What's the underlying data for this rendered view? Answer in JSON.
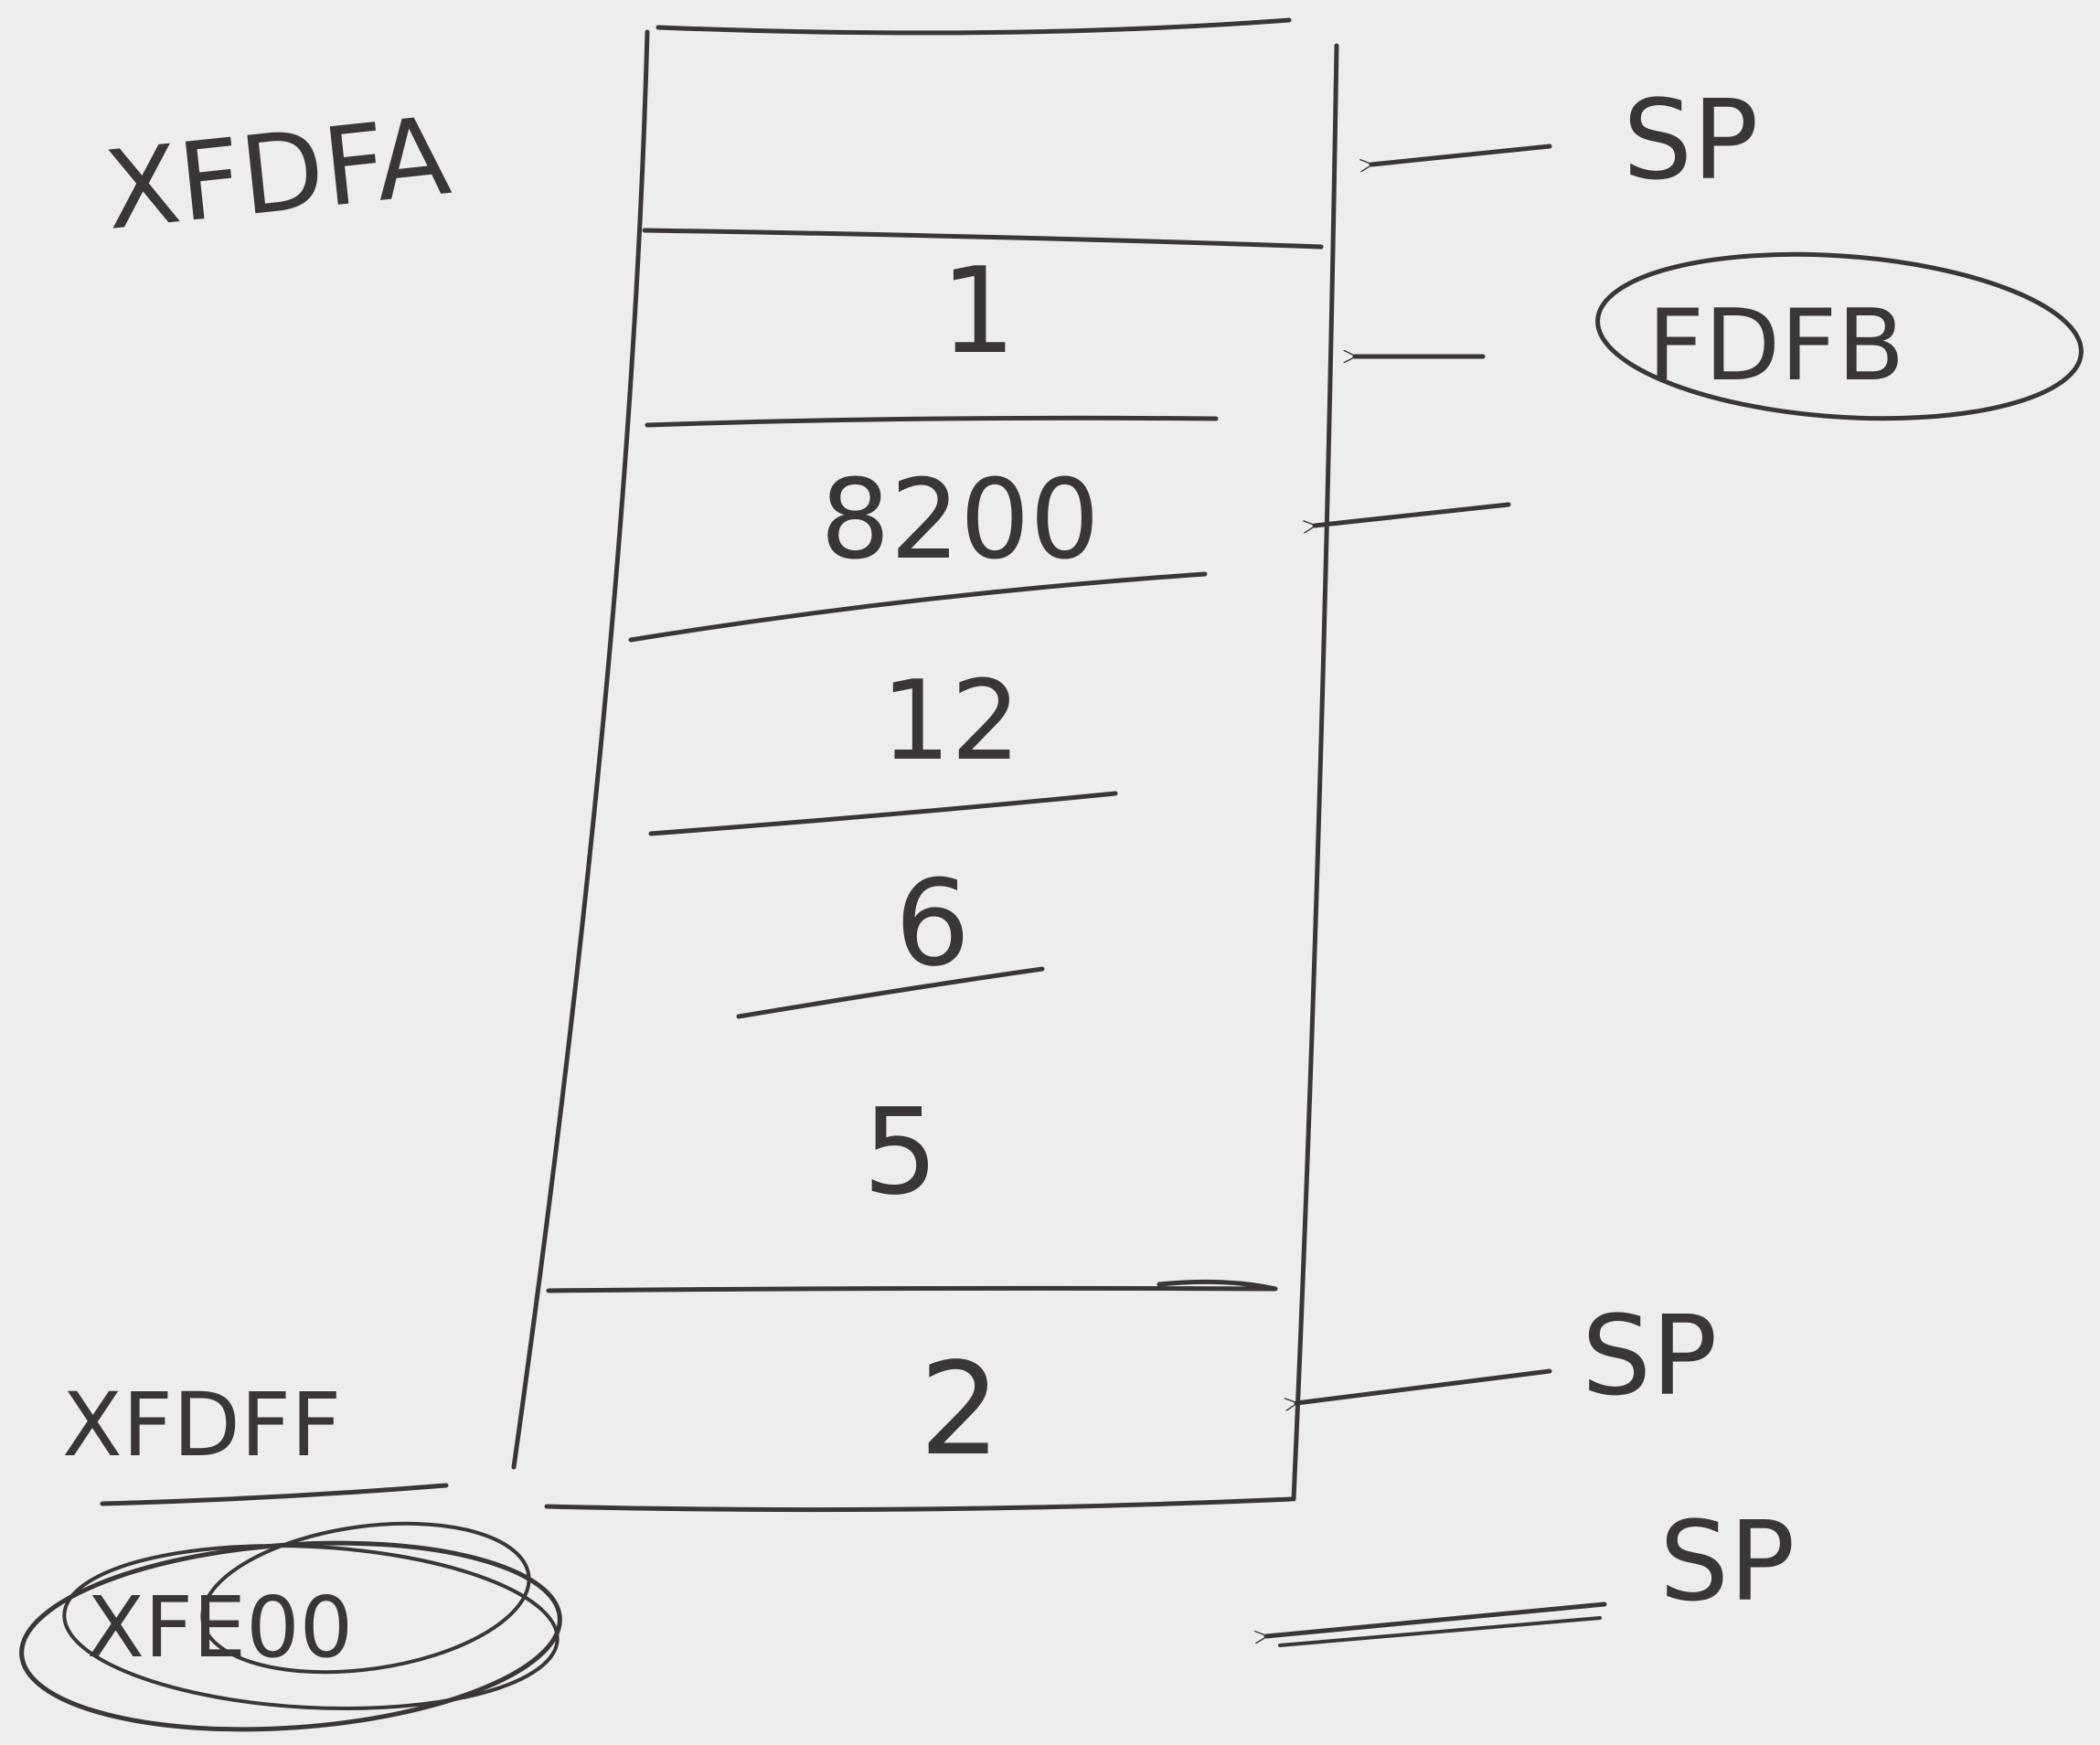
{
  "stack": {
    "top_address": "XFDFA",
    "bottom_address": "XFDFF",
    "initial_address": "XFE00",
    "cells": [
      "",
      "1",
      "8200",
      "12",
      "6",
      "5",
      "2"
    ]
  },
  "pointers": {
    "sp_top": "SP",
    "fdfb": "FDFB",
    "sp_bottom": "SP",
    "sp_initial": "SP"
  }
}
